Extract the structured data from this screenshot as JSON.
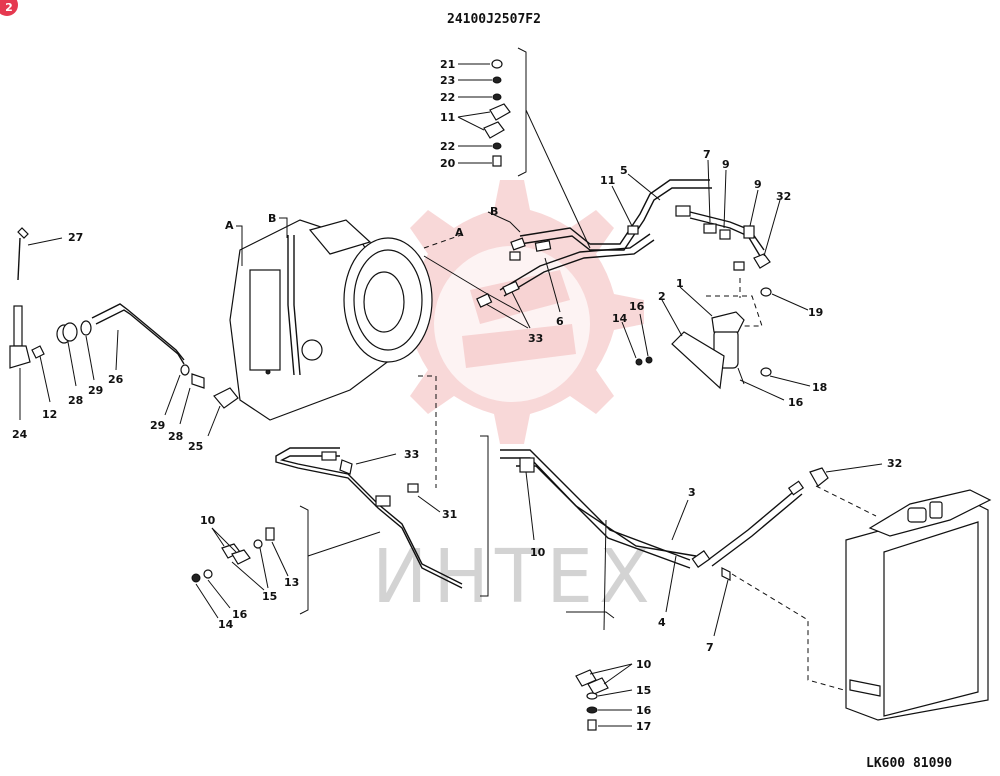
{
  "corner_badge": "2",
  "diagram_code": "24100J2507F2",
  "footer_code": "LK600 81090",
  "watermark_text": "ИНТЕХ",
  "watermark_color": "#f3b8b8",
  "view_markers": {
    "a": "A",
    "b": "B"
  },
  "callouts": {
    "c1": "1",
    "c2": "2",
    "c3": "3",
    "c4": "4",
    "c5": "5",
    "c6": "6",
    "c7a": "7",
    "c7b": "7",
    "c9a": "9",
    "c9b": "9",
    "c10a": "10",
    "c10b": "10",
    "c10c": "10",
    "c11a": "11",
    "c11b": "11",
    "c12": "12",
    "c13": "13",
    "c14a": "14",
    "c14b": "14",
    "c15a": "15",
    "c15b": "15",
    "c16a": "16",
    "c16b": "16",
    "c16c": "16",
    "c16d": "16",
    "c17": "17",
    "c18": "18",
    "c19": "19",
    "c20": "20",
    "c21": "21",
    "c22a": "22",
    "c22b": "22",
    "c23": "23",
    "c24": "24",
    "c25": "25",
    "c26": "26",
    "c27": "27",
    "c28a": "28",
    "c28b": "28",
    "c29a": "29",
    "c29b": "29",
    "c31": "31",
    "c32a": "32",
    "c32b": "32",
    "c33a": "33",
    "c33b": "33"
  }
}
